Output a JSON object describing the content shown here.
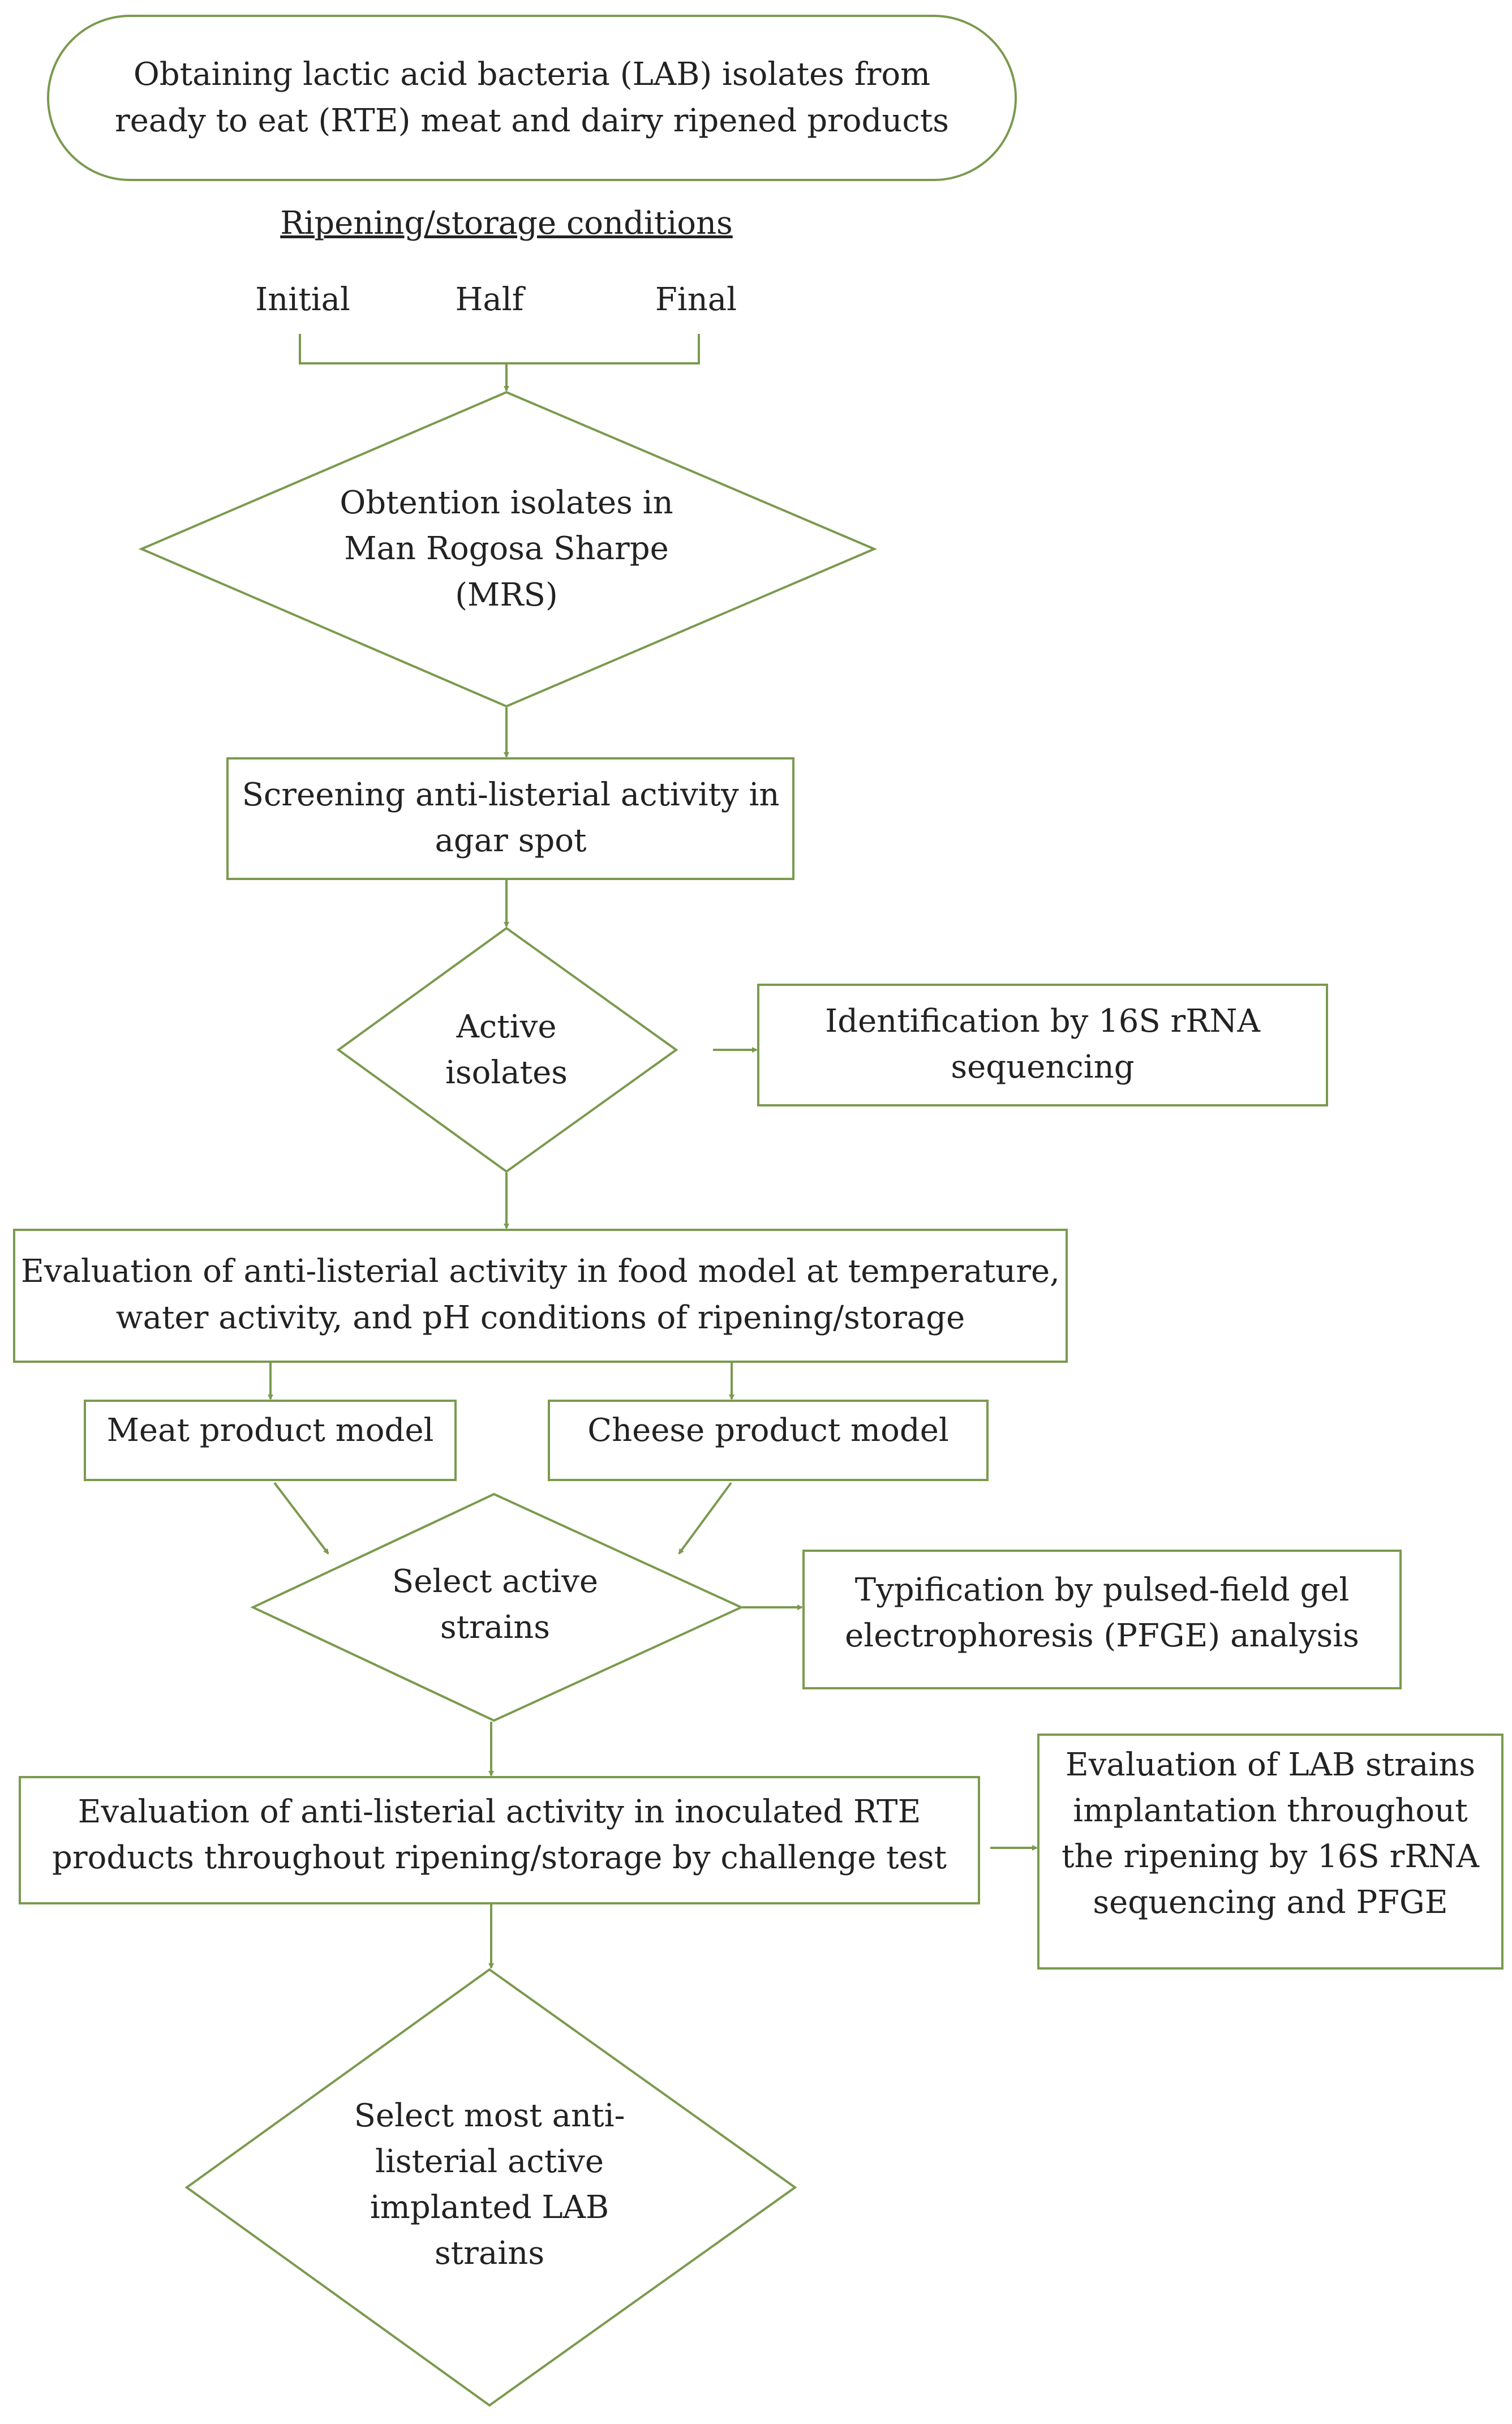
{
  "colors": {
    "stroke": "#7a9a4e",
    "text": "#222222",
    "background": "#ffffff"
  },
  "start": {
    "line1": "Obtaining lactic acid bacteria (LAB) isolates from",
    "line2": "ready to eat (RTE)  meat and dairy ripened products"
  },
  "conditions": {
    "heading": "Ripening/storage conditions",
    "initial": "Initial",
    "half": "Half",
    "final": "Final"
  },
  "obtention": {
    "line1": "Obtention isolates in",
    "line2": "Man Rogosa Sharpe",
    "line3": "(MRS)"
  },
  "screening": {
    "line1": "Screening anti-listerial activity in",
    "line2": "agar spot"
  },
  "active_isolates": {
    "line1": "Active",
    "line2": "isolates"
  },
  "identification": {
    "line1": "Identification by 16S rRNA",
    "line2": "sequencing"
  },
  "evaluation_food": {
    "line1": "Evaluation of  anti-listerial activity in food model at temperature,",
    "line2": "water activity, and pH conditions of ripening/storage"
  },
  "meat_model": "Meat product model",
  "cheese_model": "Cheese product model",
  "select_active": {
    "line1": "Select active",
    "line2": "strains"
  },
  "typification": {
    "line1": "Typification by pulsed-field gel",
    "line2": "electrophoresis (PFGE)  analysis"
  },
  "evaluation_rte": {
    "line1": "Evaluation of  anti-listerial activity in inoculated RTE",
    "line2": "products throughout ripening/storage by challenge test"
  },
  "implantation": {
    "line1": "Evaluation of  LAB strains",
    "line2": "implantation throughout",
    "line3": "the ripening by 16S rRNA",
    "line4": "sequencing and PFGE"
  },
  "final_select": {
    "line1": "Select most anti-",
    "line2": "listerial active",
    "line3": "implanted LAB",
    "line4": "strains"
  }
}
